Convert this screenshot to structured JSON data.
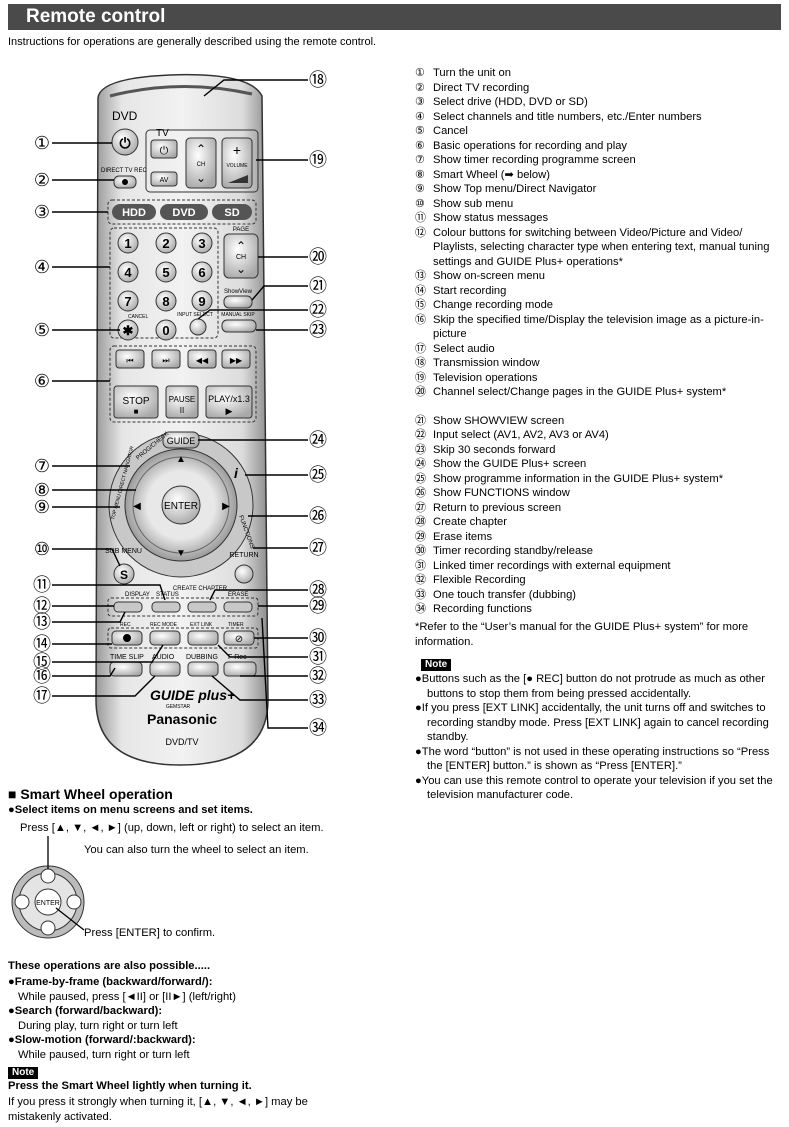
{
  "header": {
    "title": "Remote control"
  },
  "intro": "Instructions for operations are generally described using the remote control.",
  "remote": {
    "labels": {
      "dvd": "DVD",
      "tv": "TV",
      "direct_tv_rec": "DIRECT TV REC",
      "av": "AV",
      "ch": "CH",
      "volume": "VOLUME",
      "hdd": "HDD",
      "drive_dvd": "DVD",
      "sd": "SD",
      "page": "PAGE",
      "showview": "ShowView",
      "cancel": "CANCEL",
      "input_select": "INPUT SELECT",
      "manual_skip": "MANUAL SKIP",
      "stop": "STOP",
      "pause": "PAUSE",
      "play": "PLAY/x1.3",
      "guide": "GUIDE",
      "enter": "ENTER",
      "prog_check": "PROG/CHECK",
      "functions": "FUNCTIONS",
      "top_menu": "TOP MENU DIRECT NAVIGATOR",
      "sub_menu": "SUB MENU",
      "return": "RETURN",
      "display": "DISPLAY",
      "status": "STATUS",
      "create_chapter": "CREATE CHAPTER",
      "erase": "ERASE",
      "rec": "REC",
      "rec_mode": "REC MODE",
      "ext_link": "EXT LINK",
      "timer": "TIMER",
      "time_slip": "TIME SLIP",
      "audio": "AUDIO",
      "dubbing": "DUBBING",
      "f_rec": "F Rec",
      "guide_plus": "GUIDE plus+",
      "gemstar": "GEMSTAR",
      "brand": "Panasonic",
      "model": "DVD/TV",
      "digits": [
        "1",
        "2",
        "3",
        "4",
        "5",
        "6",
        "7",
        "8",
        "9",
        "0"
      ],
      "star": "✱",
      "s": "S",
      "i": "i"
    },
    "callouts": [
      "①",
      "②",
      "③",
      "④",
      "⑤",
      "⑥",
      "⑦",
      "⑧",
      "⑨",
      "⑩",
      "⑪",
      "⑫",
      "⑬",
      "⑭",
      "⑮",
      "⑯",
      "⑰",
      "⑱",
      "⑲",
      "⑳",
      "㉑",
      "㉒",
      "㉓",
      "㉔",
      "㉕",
      "㉖",
      "㉗",
      "㉘",
      "㉙",
      "㉚",
      "㉛",
      "㉜",
      "㉝",
      "㉞"
    ]
  },
  "features": [
    {
      "num": "①",
      "text": "Turn the unit on"
    },
    {
      "num": "②",
      "text": "Direct TV recording"
    },
    {
      "num": "③",
      "text": "Select drive (HDD, DVD or SD)"
    },
    {
      "num": "④",
      "text": "Select channels and title numbers, etc./Enter numbers"
    },
    {
      "num": "⑤",
      "text": "Cancel"
    },
    {
      "num": "⑥",
      "text": "Basic operations for recording and play"
    },
    {
      "num": "⑦",
      "text": "Show timer recording programme screen"
    },
    {
      "num": "⑧",
      "text": "Smart Wheel (➡ below)"
    },
    {
      "num": "⑨",
      "text": "Show Top menu/Direct Navigator"
    },
    {
      "num": "⑩",
      "text": "Show sub menu"
    },
    {
      "num": "⑪",
      "text": "Show status messages"
    },
    {
      "num": "⑫",
      "text": "Colour buttons for switching between Video/Picture and Video/ Playlists, selecting character type when entering text, manual tuning settings and GUIDE Plus+ operations*"
    },
    {
      "num": "⑬",
      "text": "Show on-screen menu"
    },
    {
      "num": "⑭",
      "text": "Start recording"
    },
    {
      "num": "⑮",
      "text": "Change recording mode"
    },
    {
      "num": "⑯",
      "text": "Skip the specified time/Display the television image as a picture-in-picture"
    },
    {
      "num": "⑰",
      "text": "Select audio"
    },
    {
      "num": "⑱",
      "text": "Transmission window"
    },
    {
      "num": "⑲",
      "text": "Television operations"
    },
    {
      "num": "⑳",
      "text": "Channel select/Change pages in the GUIDE Plus+ system*"
    },
    {
      "num": "㉑",
      "text": "Show SHOWVIEW screen"
    },
    {
      "num": "㉒",
      "text": "Input select (AV1, AV2, AV3 or AV4)"
    },
    {
      "num": "㉓",
      "text": "Skip 30 seconds forward"
    },
    {
      "num": "㉔",
      "text": "Show the GUIDE Plus+ screen"
    },
    {
      "num": "㉕",
      "text": "Show programme information in the GUIDE Plus+ system*"
    },
    {
      "num": "㉖",
      "text": "Show FUNCTIONS window"
    },
    {
      "num": "㉗",
      "text": "Return to previous screen"
    },
    {
      "num": "㉘",
      "text": "Create chapter"
    },
    {
      "num": "㉙",
      "text": "Erase items"
    },
    {
      "num": "㉚",
      "text": "Timer recording standby/release"
    },
    {
      "num": "㉛",
      "text": "Linked timer recordings with external equipment"
    },
    {
      "num": "㉜",
      "text": "Flexible Recording"
    },
    {
      "num": "㉝",
      "text": "One touch transfer (dubbing)"
    },
    {
      "num": "㉞",
      "text": "Recording functions"
    }
  ],
  "footnote": "*Refer to the “User’s manual for the GUIDE Plus+ system” for more information.",
  "note_label": "Note",
  "notes": [
    "●Buttons such as the [● REC] button do not protrude as much as other buttons to stop them from being pressed accidentally.",
    "●If you press [EXT LINK] accidentally, the unit turns off and switches to recording standby mode. Press [EXT LINK] again to cancel recording standby.",
    "●The word “button” is not used in these operating instructions so “Press the [ENTER] button.” is shown as “Press [ENTER].”",
    "●You can use this remote control to operate your television if you set the television manufacturer code."
  ],
  "smart_wheel": {
    "title": "■ Smart Wheel operation",
    "subtitle": "●Select items on menu screens and set items.",
    "press_select": "Press [▲, ▼, ◄, ►] (up, down, left or right) to select an item.",
    "turn_wheel": "You can also turn the wheel to select an item.",
    "confirm": "Press [ENTER] to confirm.",
    "enter": "ENTER"
  },
  "operations": {
    "title": "These operations are also possible.....",
    "items": [
      {
        "head": "●Frame-by-frame (backward/forward/):",
        "desc": "While paused, press [◄II] or [II►] (left/right)"
      },
      {
        "head": "●Search (forward/backward):",
        "desc": "During play, turn right or turn left"
      },
      {
        "head": "●Slow-motion (forward/:backward):",
        "desc": "While paused, turn right or turn left"
      }
    ]
  },
  "note2": {
    "label": "Note",
    "head": "Press the Smart Wheel lightly when turning it.",
    "body": "If you press it strongly when turning it, [▲, ▼, ◄, ►] may be mistakenly activated."
  }
}
